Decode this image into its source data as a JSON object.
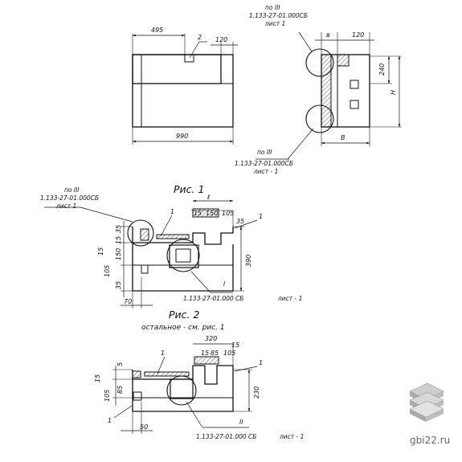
{
  "top": {
    "dims": {
      "d495": "495",
      "d120a": "120",
      "d2": "2",
      "d990": "990",
      "d8": "в",
      "d120b": "120",
      "d240": "240",
      "dH": "H",
      "dB": "В"
    },
    "ref_top": {
      "a": "по III",
      "b": "1.133-27-01.000СБ",
      "c": "лист  1"
    },
    "ref_bottom": {
      "a": "по III",
      "b": "1.133-27-01.000СБ",
      "c": "лист - 1"
    }
  },
  "fig1": {
    "caption": "Рис. 1",
    "ref_left": {
      "a": "по III",
      "b": "1.133-27-01.000СБ",
      "c": "лист  1"
    },
    "ref_bottom": {
      "a": "I",
      "b": "1.133-27-01.000 СБ",
      "c": "лист -  1"
    },
    "dims": {
      "l": "ℓ",
      "d15": "15",
      "d150": "150",
      "d105": "105",
      "d35a": "35",
      "d35b": "35",
      "d15b": "15",
      "d15c": "15",
      "d105b": "105",
      "d150b": "150",
      "d35c": "35",
      "d70": "70",
      "d390": "390",
      "n1a": "1",
      "n1b": "1"
    }
  },
  "fig2": {
    "caption": "Рис. 2",
    "subcaption": "остальное - см. рис. 1",
    "ref_bottom": {
      "a": "II",
      "b": "1.133-27-01.000 СБ",
      "c": "лист -  1"
    },
    "dims": {
      "d320": "320",
      "d15": "15",
      "d85": "85",
      "d105": "105",
      "d15b": "15",
      "d5": "5",
      "d15c": "15",
      "d105b": "105",
      "d85b": "85",
      "d50": "50",
      "d230": "230",
      "n1a": "1",
      "n1b": "1",
      "n1c": "1"
    }
  },
  "watermark": {
    "site": "gbi22.ru"
  }
}
